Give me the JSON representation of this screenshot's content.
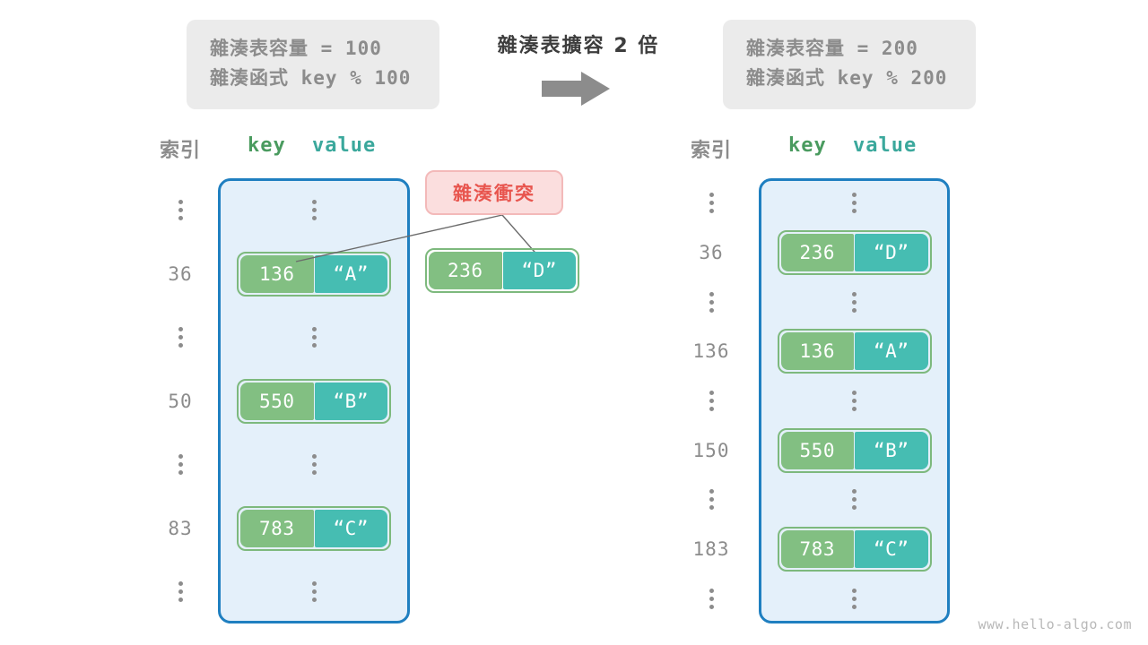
{
  "left_panel": {
    "info": {
      "line1": "雜湊表容量 = 100",
      "line2": "雜湊函式 key % 100"
    },
    "headers": {
      "index": "索引",
      "key": "key",
      "value": "value"
    },
    "rows": [
      {
        "index": "⋮",
        "type": "dots"
      },
      {
        "index": "36",
        "type": "entry",
        "key": "136",
        "value": "“A”"
      },
      {
        "index": "⋮",
        "type": "dots"
      },
      {
        "index": "50",
        "type": "entry",
        "key": "550",
        "value": "“B”"
      },
      {
        "index": "⋮",
        "type": "dots"
      },
      {
        "index": "83",
        "type": "entry",
        "key": "783",
        "value": "“C”"
      },
      {
        "index": "⋮",
        "type": "dots"
      }
    ]
  },
  "center": {
    "caption": "雜湊表擴容 2 倍",
    "arrow_icon": "arrow-right-icon"
  },
  "collision": {
    "badge_label": "雜湊衝突",
    "pair": {
      "key": "236",
      "value": "“D”"
    }
  },
  "right_panel": {
    "info": {
      "line1": "雜湊表容量 = 200",
      "line2": "雜湊函式 key % 200"
    },
    "headers": {
      "index": "索引",
      "key": "key",
      "value": "value"
    },
    "rows": [
      {
        "index": "⋮",
        "type": "dots"
      },
      {
        "index": "36",
        "type": "entry",
        "key": "236",
        "value": "“D”"
      },
      {
        "index": "⋮",
        "type": "dots"
      },
      {
        "index": "136",
        "type": "entry",
        "key": "136",
        "value": "“A”"
      },
      {
        "index": "⋮",
        "type": "dots"
      },
      {
        "index": "150",
        "type": "entry",
        "key": "550",
        "value": "“B”"
      },
      {
        "index": "⋮",
        "type": "dots"
      },
      {
        "index": "183",
        "type": "entry",
        "key": "783",
        "value": "“C”"
      },
      {
        "index": "⋮",
        "type": "dots"
      }
    ]
  },
  "watermark": "www.hello-algo.com",
  "colors": {
    "key_fill": "#82bf82",
    "value_fill": "#46bdb2",
    "pair_border": "#7db97d",
    "table_fill": "#e4f0fa",
    "table_border": "#1f7fc0",
    "info_fill": "#ebebeb",
    "collision_fill": "#fbdede",
    "collision_text": "#e8554e",
    "muted_text": "#8c8c8c"
  }
}
